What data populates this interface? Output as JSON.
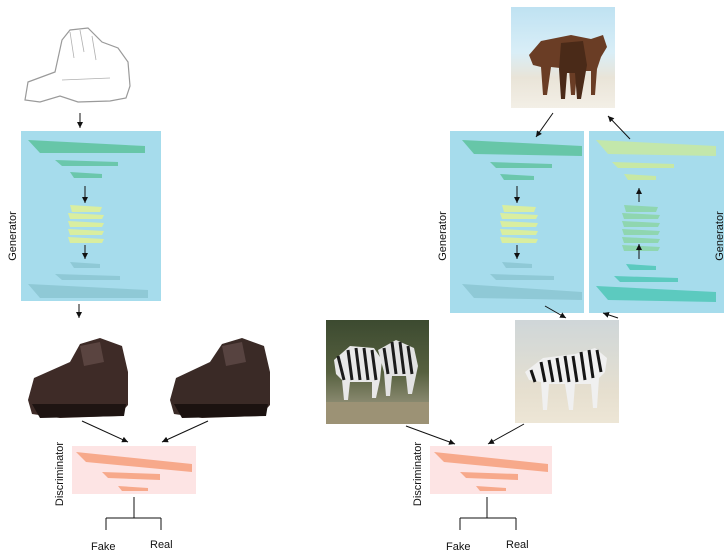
{
  "left": {
    "generator_label": "Generator",
    "discriminator_label": "Discriminator",
    "output_fake": "Fake",
    "output_real": "Real"
  },
  "right": {
    "generator_label_1": "Generator",
    "generator_label_2": "Generator",
    "discriminator_label": "Discriminator",
    "output_fake": "Fake",
    "output_real": "Real"
  },
  "colors": {
    "generator_bg": "#a6dcec",
    "discriminator_bg": "#fde4e4",
    "encoder_layer": "#5cc29c",
    "bottleneck_layer": "#d9eea0",
    "decoder_layer": "#8fc9d6",
    "discriminator_layer": "#f7a98b",
    "arrow": "#111111"
  },
  "icons": [
    "shoe-sketch",
    "shoe-photo",
    "horse-photo",
    "zebra-photo"
  ]
}
